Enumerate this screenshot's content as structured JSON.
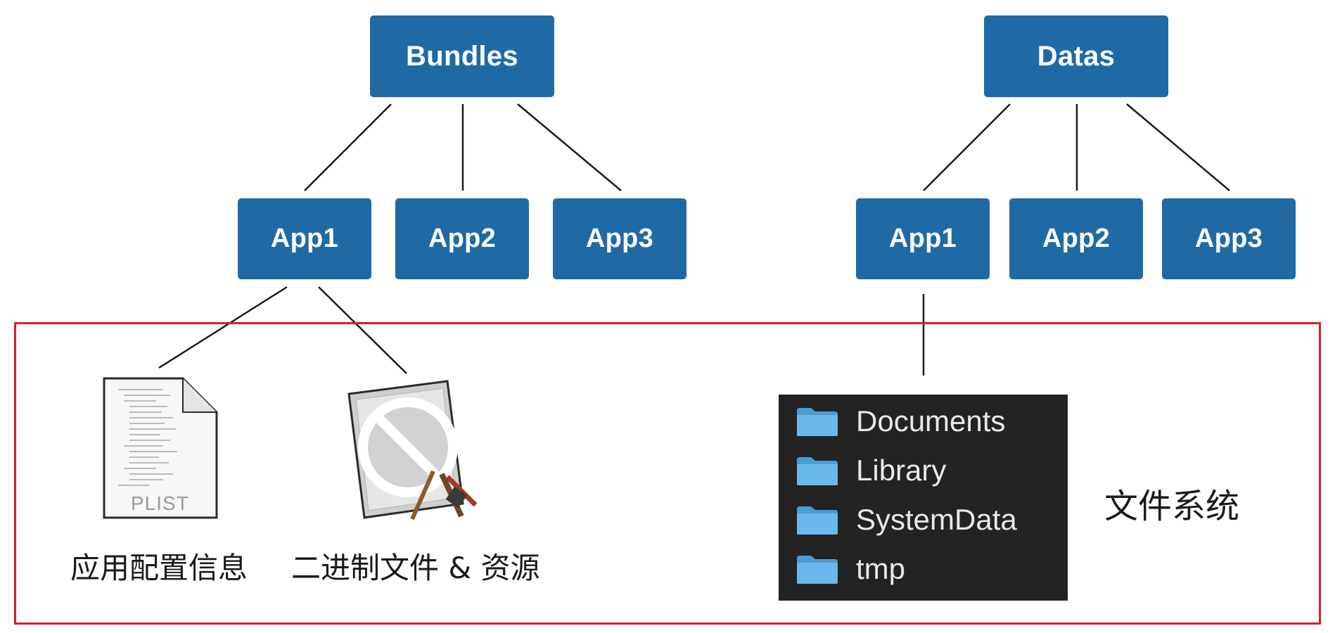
{
  "bundles_tree": {
    "root": "Bundles",
    "apps": [
      "App1",
      "App2",
      "App3"
    ],
    "app1_children": [
      {
        "icon": "plist-file-icon",
        "icon_text": "PLIST",
        "caption": "应用配置信息"
      },
      {
        "icon": "binary-executable-icon",
        "caption": "二进制文件 & 资源"
      }
    ]
  },
  "datas_tree": {
    "root": "Datas",
    "apps": [
      "App1",
      "App2",
      "App3"
    ],
    "app1_folders": [
      "Documents",
      "Library",
      "SystemData",
      "tmp"
    ]
  },
  "file_system_label": "文件系统",
  "colors": {
    "node_fill": "#1f6aa5",
    "node_text": "#ffffff",
    "frame_border": "#d5202b",
    "finder_background": "#232323",
    "folder_color": "#5fb0e6"
  }
}
